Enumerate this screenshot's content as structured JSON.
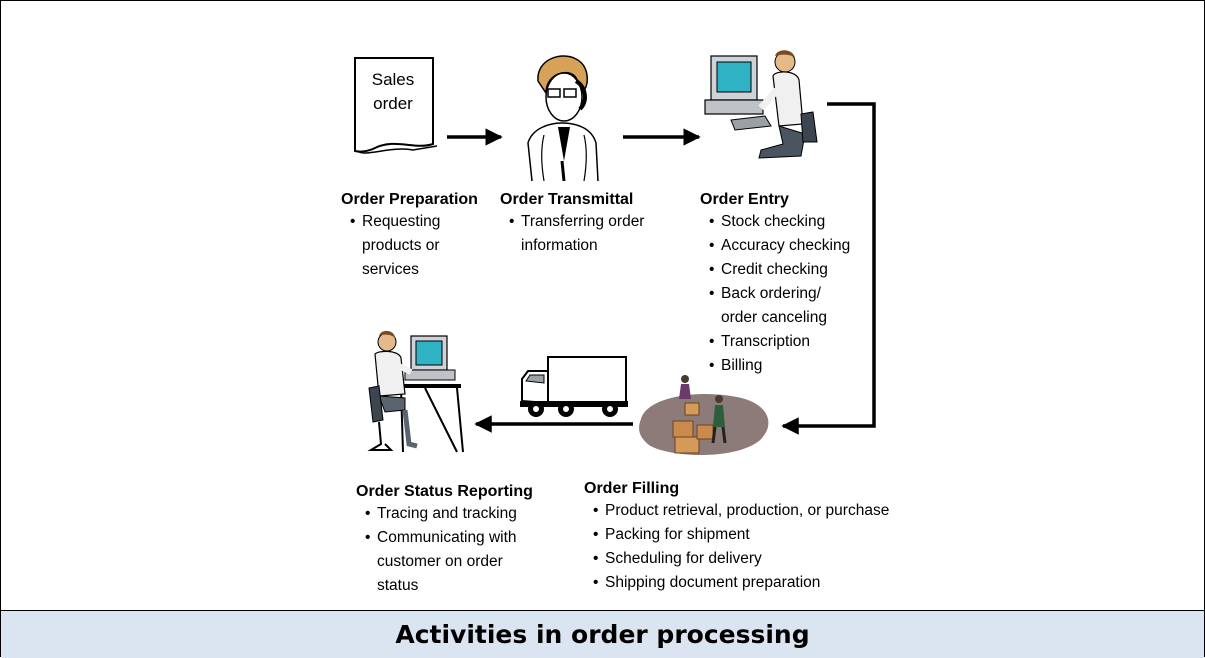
{
  "sales_order_doc": {
    "line1": "Sales",
    "line2": "order"
  },
  "stages": {
    "preparation": {
      "title": "Order Preparation",
      "bullets": [
        "Requesting products or services"
      ]
    },
    "transmittal": {
      "title": "Order Transmittal",
      "bullets": [
        "Transferring order information"
      ]
    },
    "entry": {
      "title": "Order Entry",
      "bullets": [
        "Stock checking",
        "Accuracy checking",
        "Credit checking",
        "Back ordering/ order canceling",
        "Transcription",
        "Billing"
      ]
    },
    "filling": {
      "title": "Order Filling",
      "bullets": [
        "Product retrieval, production, or purchase",
        "Packing for shipment",
        "Scheduling for delivery",
        "Shipping document preparation"
      ]
    },
    "status": {
      "title": "Order Status Reporting",
      "bullets": [
        "Tracing and tracking",
        "Communicating with customer on order status"
      ]
    }
  },
  "caption": "Activities in order processing",
  "colors": {
    "caption_bg": "#dbe5f1",
    "arrow": "#000000"
  },
  "icons": [
    "sales-order-document-icon",
    "phone-man-icon",
    "computer-operator-icon",
    "warehouse-workers-icon",
    "delivery-truck-icon",
    "status-operator-icon"
  ]
}
